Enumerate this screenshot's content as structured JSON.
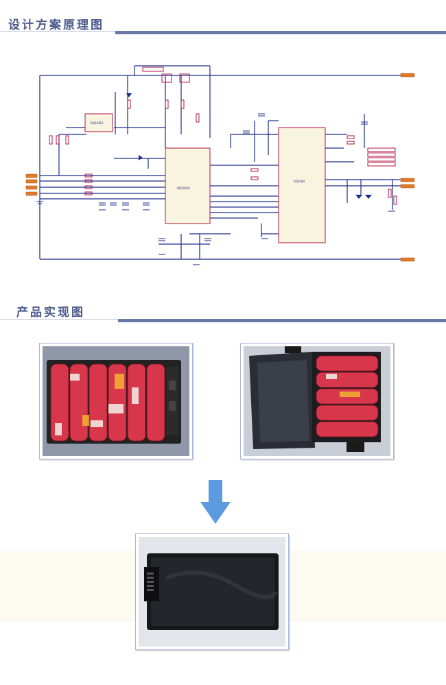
{
  "sections": {
    "schematic": {
      "title": "设计方案原理图"
    },
    "product": {
      "title": "产品实现图"
    }
  },
  "colors": {
    "header_text": "#4a5a8a",
    "header_bar": "#6a7aa6",
    "wire": "#1a2a8a",
    "component": "#b01040",
    "chip_fill": "#f8f4e0",
    "battery_red": "#d8364a",
    "arrow": "#5b9be0"
  },
  "photos": [
    {
      "name": "open-battery-pack-cells",
      "icon": "battery-cells-photo"
    },
    {
      "name": "cells-in-case",
      "icon": "battery-case-photo"
    },
    {
      "name": "finished-battery-pack",
      "icon": "finished-battery-photo"
    }
  ]
}
